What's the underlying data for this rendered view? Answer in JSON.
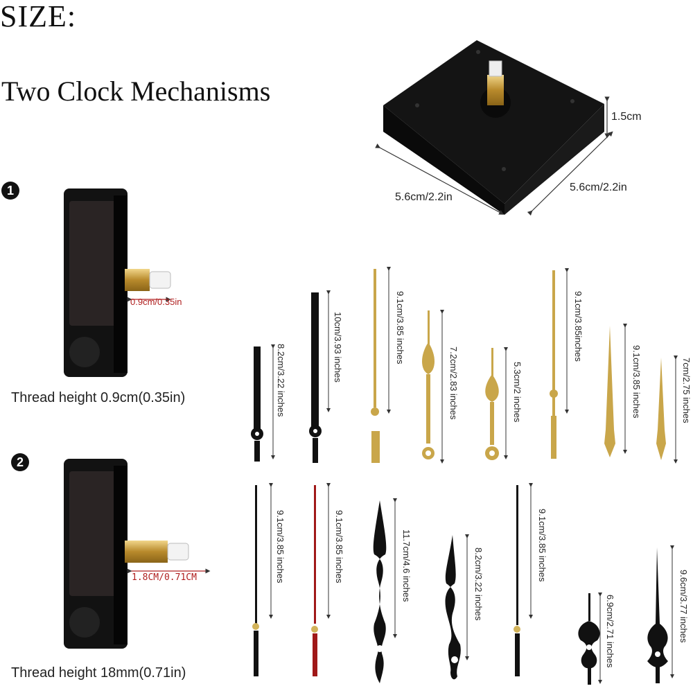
{
  "header": {
    "size_heading": "SIZE:",
    "subtitle": "Two Clock Mechanisms"
  },
  "mechanism_top": {
    "depth_label": "1.5cm",
    "width_label": "5.6cm/2.2in",
    "length_label": "5.6cm/2.2in"
  },
  "mechanism_1": {
    "badge": "1",
    "shaft_label": "0.9cm/0.35in",
    "caption": "Thread height 0.9cm(0.35in)"
  },
  "mechanism_2": {
    "badge": "2",
    "shaft_label": "1.8CM/0.71CM",
    "caption": "Thread height 18mm(0.71in)"
  },
  "hands_row1": [
    {
      "label": "8.2cm/3.22 inches",
      "color": "#111111"
    },
    {
      "label": "10cm/3.93 inches",
      "color": "#111111"
    },
    {
      "label": "9.1cm/3.85 inches",
      "color": "#c9a64a"
    },
    {
      "label": "7.2cm/2.83 inches",
      "color": "#c9a64a"
    },
    {
      "label": "5.3cm/2 inches",
      "color": "#c9a64a"
    },
    {
      "label": "9.1cm/3.85inches",
      "color": "#c9a64a"
    },
    {
      "label": "9.1cm/3.85 inches",
      "color": "#c9a64a"
    },
    {
      "label": "7cm/2.75 inches",
      "color": "#c9a64a"
    }
  ],
  "hands_row2": [
    {
      "label": "9.1cm/3.85 inches",
      "color": "#111111"
    },
    {
      "label": "9.1cm/3.85 inches",
      "color": "#a01818"
    },
    {
      "label": "11.7cm/4.6 inches",
      "color": "#111111"
    },
    {
      "label": "8.2cm/3.22 inches",
      "color": "#111111"
    },
    {
      "label": "9.1cm/3.85 inches",
      "color": "#111111"
    },
    {
      "label": "6.9cm/2.71 inches",
      "color": "#111111"
    },
    {
      "label": "9.6cm/3.77 inches",
      "color": "#111111"
    }
  ]
}
